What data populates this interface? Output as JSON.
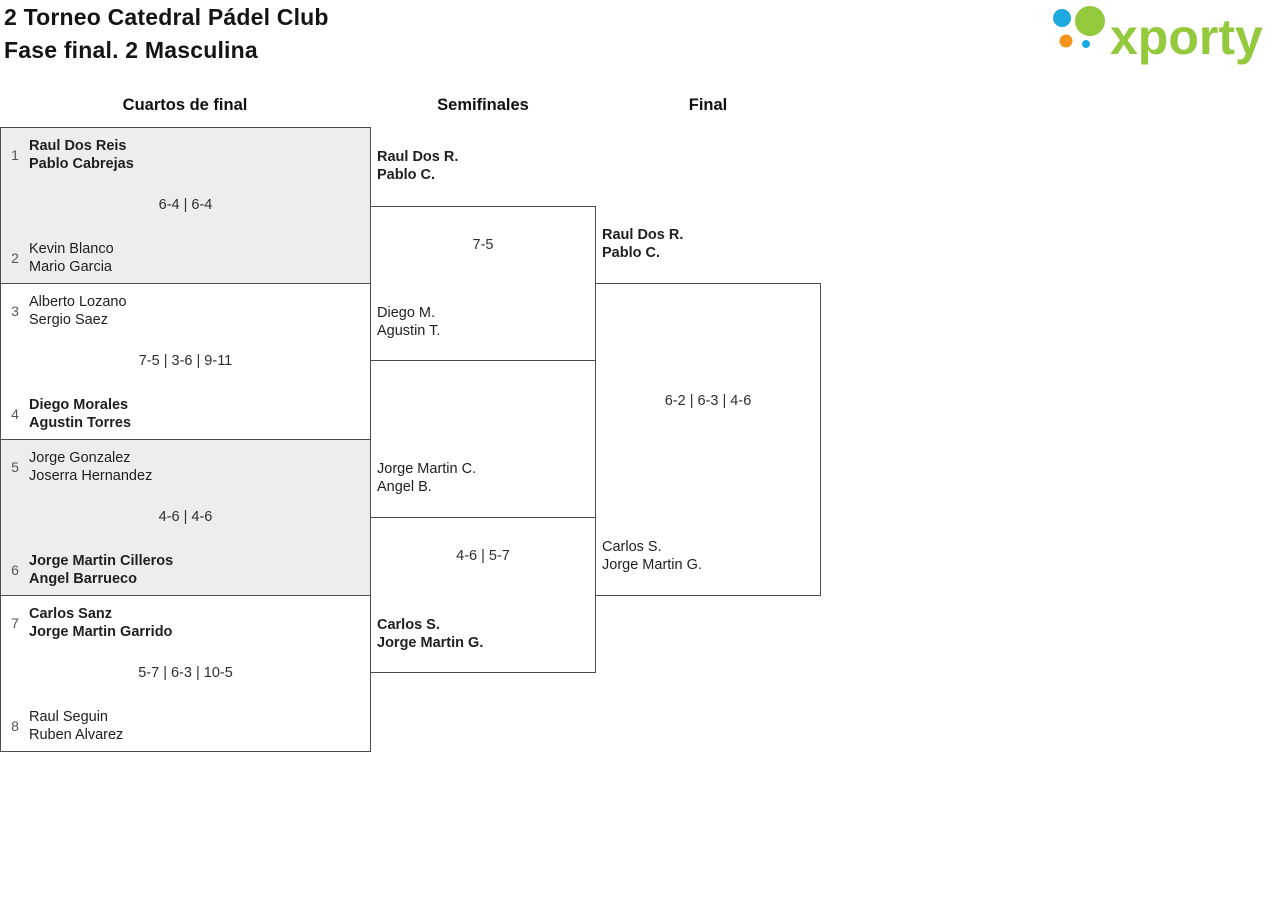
{
  "header": {
    "title": "2 Torneo Catedral Pádel Club",
    "subtitle": "Fase final. 2 Masculina"
  },
  "logo": {
    "text": "xporty",
    "colors": {
      "green": "#95c93d",
      "blue": "#1ca9e0",
      "orange": "#f7941e"
    }
  },
  "colors": {
    "shaded_match_bg": "#ededed",
    "bracket_line": "#4d4d4d"
  },
  "rounds": [
    "Cuartos de final",
    "Semifinales",
    "Final"
  ],
  "chart_data": {
    "type": "table",
    "title": "2 Torneo Catedral Pádel Club — Fase final. 2 Masculina",
    "rounds": [
      "Cuartos de final",
      "Semifinales",
      "Final"
    ],
    "quarterfinals": [
      {
        "top": {
          "seed": "1",
          "players": [
            "Raul Dos Reis",
            "Pablo Cabrejas"
          ],
          "winner": true
        },
        "bottom": {
          "seed": "2",
          "players": [
            "Kevin Blanco",
            "Mario Garcia"
          ],
          "winner": false
        },
        "score": "6-4 | 6-4"
      },
      {
        "top": {
          "seed": "3",
          "players": [
            "Alberto Lozano",
            "Sergio Saez"
          ],
          "winner": false
        },
        "bottom": {
          "seed": "4",
          "players": [
            "Diego Morales",
            "Agustin Torres"
          ],
          "winner": true
        },
        "score": "7-5 | 3-6 | 9-11"
      },
      {
        "top": {
          "seed": "5",
          "players": [
            "Jorge Gonzalez",
            "Joserra Hernandez"
          ],
          "winner": false
        },
        "bottom": {
          "seed": "6",
          "players": [
            "Jorge Martin Cilleros",
            "Angel Barrueco"
          ],
          "winner": true
        },
        "score": "4-6 | 4-6"
      },
      {
        "top": {
          "seed": "7",
          "players": [
            "Carlos Sanz",
            "Jorge Martin Garrido"
          ],
          "winner": true
        },
        "bottom": {
          "seed": "8",
          "players": [
            "Raul Seguin",
            "Ruben Alvarez"
          ],
          "winner": false
        },
        "score": "5-7 | 6-3 | 10-5"
      }
    ],
    "semifinals": [
      {
        "top": {
          "players": [
            "Raul Dos R.",
            "Pablo C."
          ],
          "winner": true
        },
        "bottom": {
          "players": [
            "Diego M.",
            "Agustin T."
          ],
          "winner": false
        },
        "score": "7-5"
      },
      {
        "top": {
          "players": [
            "Jorge Martin C.",
            "Angel B."
          ],
          "winner": false
        },
        "bottom": {
          "players": [
            "Carlos S.",
            "Jorge Martin G."
          ],
          "winner": true
        },
        "score": "4-6 | 5-7"
      }
    ],
    "final": {
      "top": {
        "players": [
          "Raul Dos R.",
          "Pablo C."
        ],
        "winner": true
      },
      "bottom": {
        "players": [
          "Carlos S.",
          "Jorge Martin G."
        ],
        "winner": false
      },
      "score": "6-2 | 6-3 | 4-6"
    }
  }
}
